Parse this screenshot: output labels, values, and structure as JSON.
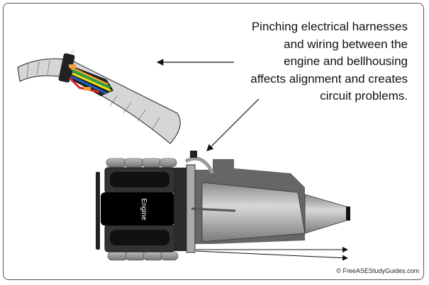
{
  "caption": {
    "lines": [
      "Pinching electrical harnesses",
      "and wiring between the",
      "engine and bellhousing",
      "affects alignment and creates",
      "circuit problems."
    ]
  },
  "engine_label": "Engine",
  "copyright": "© FreeASEStudyGuides.com",
  "colors": {
    "wire_green": "#2e9e3a",
    "wire_yellow": "#f2e21b",
    "wire_red": "#d9232a",
    "wire_blue": "#1f5fbf",
    "wire_orange": "#f0a23b",
    "casing": "#d6d6d6"
  }
}
